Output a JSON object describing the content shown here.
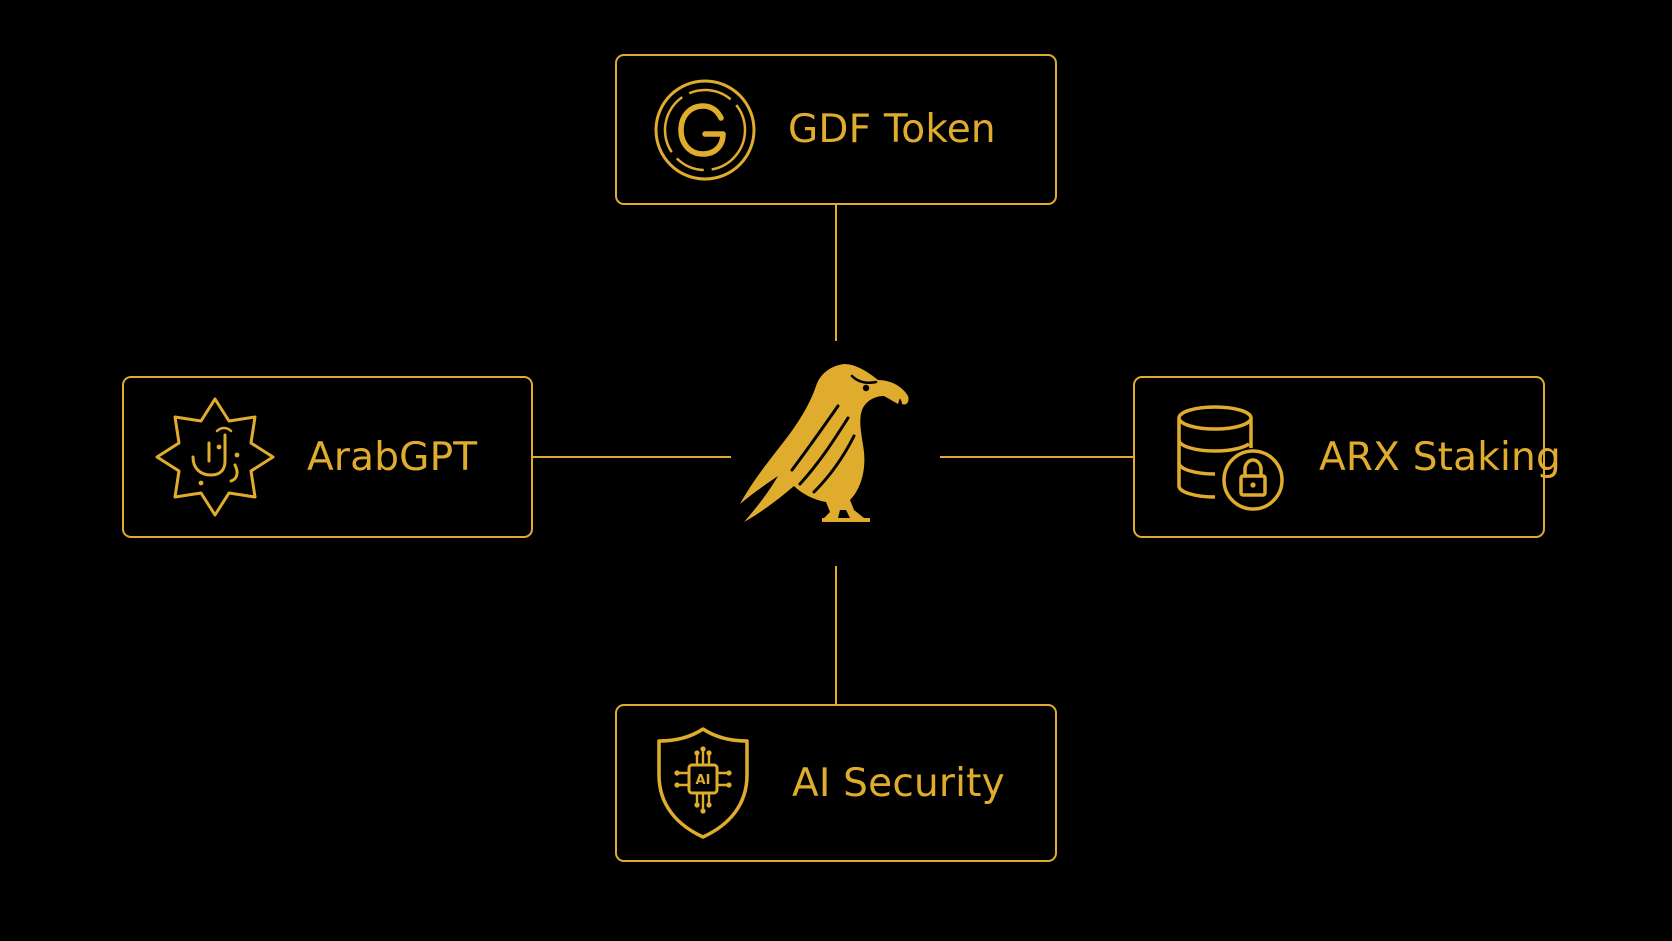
{
  "theme": {
    "background": "#000000",
    "accent": "#E0AC2E"
  },
  "hub": {
    "icon": "falcon-icon"
  },
  "nodes": {
    "top": {
      "label": "GDF Token",
      "icon": "g-coin-icon"
    },
    "left": {
      "label": "ArabGPT",
      "icon": "arabic-calligraphy-star-icon"
    },
    "right": {
      "label": "ARX Staking",
      "icon": "database-lock-icon"
    },
    "bottom": {
      "label": "AI Security",
      "icon": "ai-shield-icon",
      "icon_text": "AI"
    }
  }
}
